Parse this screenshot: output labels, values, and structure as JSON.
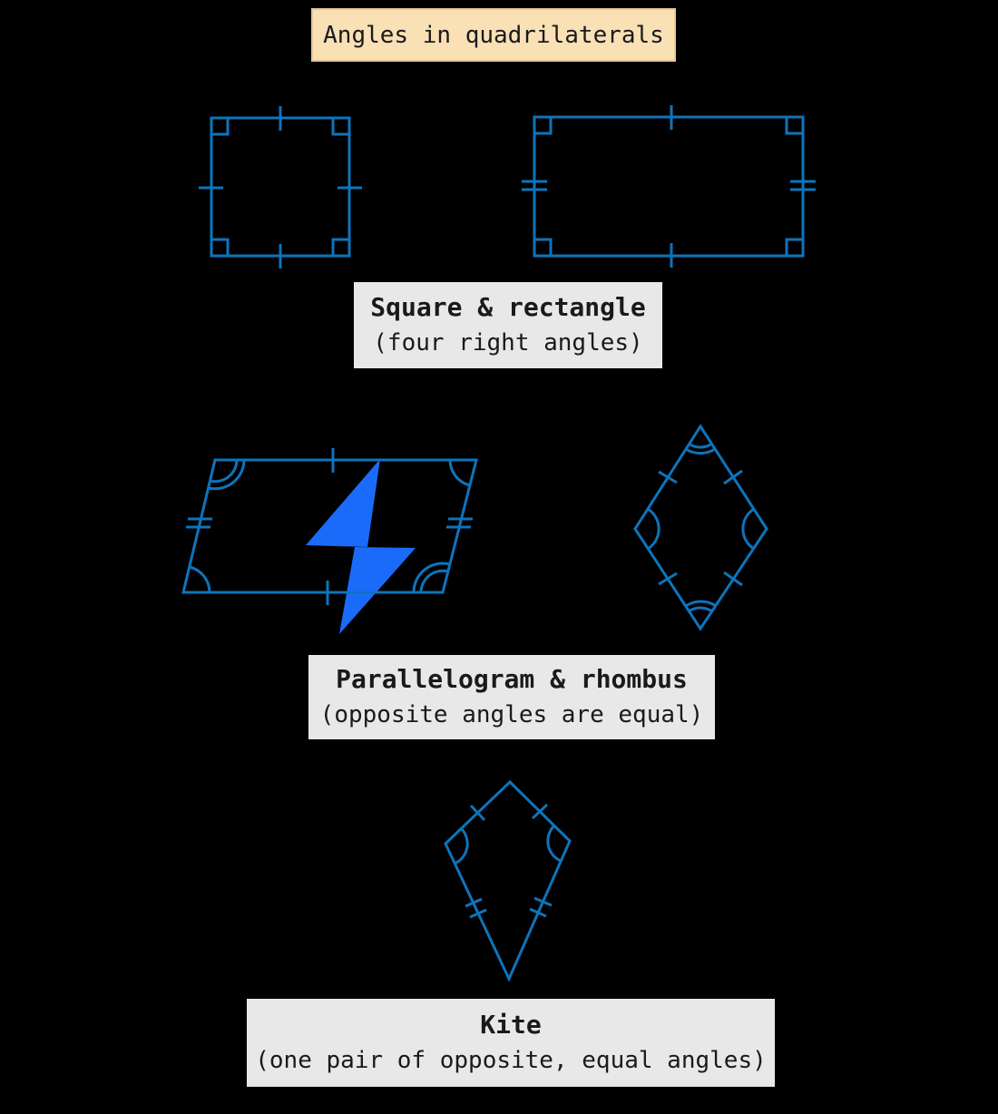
{
  "title": {
    "text": "Angles in quadrilaterals"
  },
  "sections": [
    {
      "heading": "Square & rectangle",
      "subheading": "(four right angles)"
    },
    {
      "heading": "Parallelogram & rhombus",
      "subheading": "(opposite angles are equal)"
    },
    {
      "heading": "Kite",
      "subheading": "(one pair of opposite, equal angles)"
    }
  ],
  "figures": [
    {
      "name": "square",
      "marks": "four right-angle marks, single tick on each side"
    },
    {
      "name": "rectangle",
      "marks": "four right-angle marks, single ticks top/bottom, double ticks left/right"
    },
    {
      "name": "parallelogram",
      "marks": "double arcs at top-left and bottom-right, single arcs at top-right and bottom-left, single ticks top/bottom, double ticks left/right"
    },
    {
      "name": "rhombus",
      "marks": "double arcs top/bottom, single arcs left/right, single tick on each side"
    },
    {
      "name": "kite",
      "marks": "single arcs at left and right vertices, single ticks on upper sides, double ticks on lower sides"
    },
    {
      "name": "lightning-bolt",
      "marks": "filled bolt overlapping parallelogram"
    }
  ],
  "colors": {
    "background": "#000000",
    "outline_blue": "#0D74BC",
    "bolt_blue": "#1A6BFA",
    "title_bg": "#F9E0B5",
    "title_border": "#E6C893",
    "label_bg": "#E8E8E8",
    "text_color": "#1A1A1A"
  }
}
